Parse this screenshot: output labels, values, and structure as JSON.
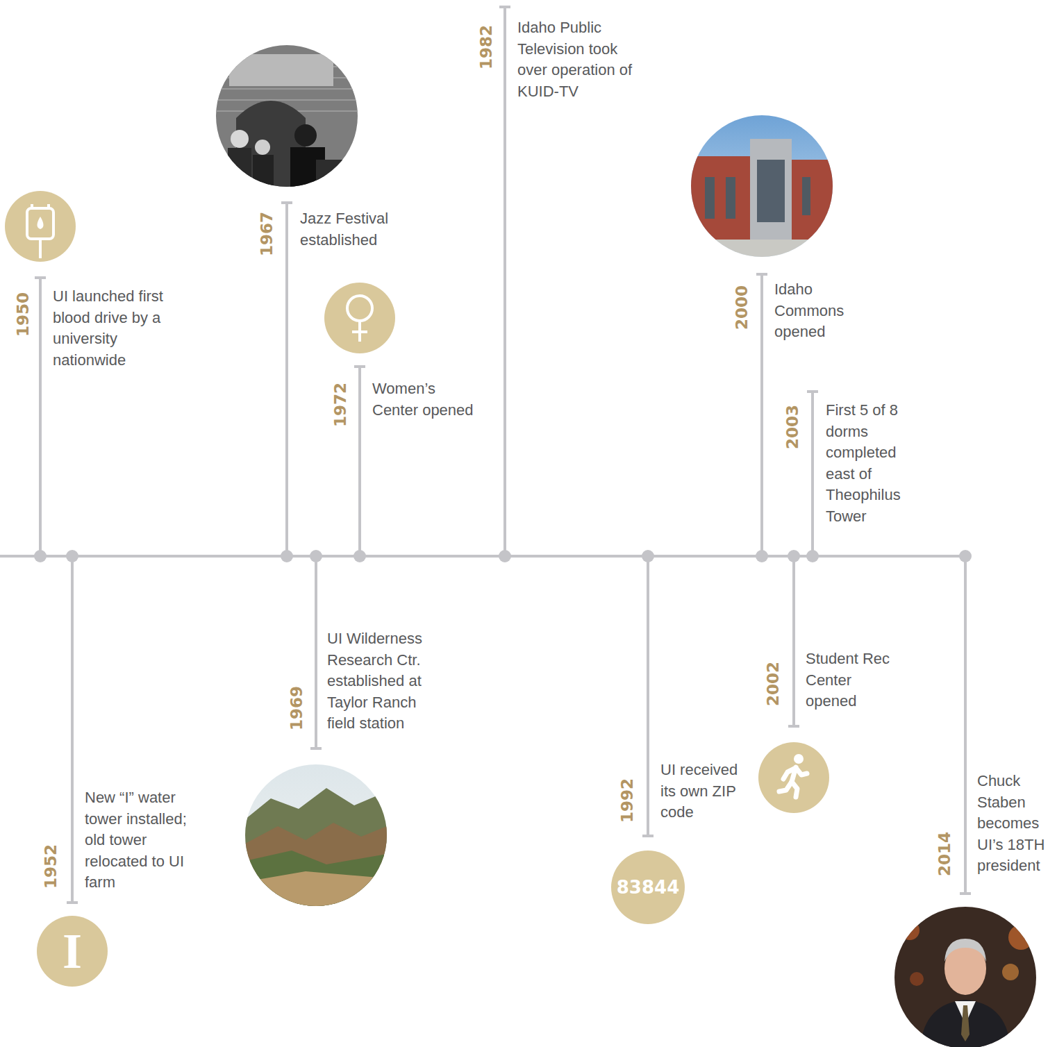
{
  "diagram": {
    "nodes": [
      {
        "text": [
          "I"
        ]
      },
      {
        "text": [
          "83844"
        ]
      }
    ],
    "labels": [
      "1950",
      "UI launched first blood drive by a university nationwide",
      "1952",
      "New “I” water tower installed; old tower relocated to UI farm",
      "1967",
      "Jazz Festival established",
      "1969",
      "UI Wilderness Research Ctr. established at Taylor Ranch field station",
      "1972",
      "Women’s Center opened",
      "1982",
      "Idaho Public Television took over operation of KUID-TV",
      "1992",
      "UI received its own ZIP code",
      "2000",
      "Idaho Commons opened",
      "2002",
      "Student Rec Center opened",
      "2003",
      "First 5 of 8 dorms completed east of Theophilus Tower",
      "2014",
      "Chuck Staben becomes UI’s 18TH president"
    ]
  }
}
